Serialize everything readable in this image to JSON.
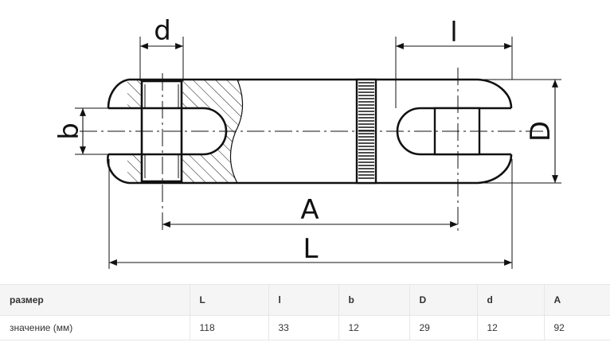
{
  "drawing": {
    "labels": {
      "d": "d",
      "l": "l",
      "b": "b",
      "D": "D",
      "A": "A",
      "L": "L"
    }
  },
  "table": {
    "headers": [
      "размер",
      "L",
      "l",
      "b",
      "D",
      "d",
      "A"
    ],
    "row": [
      "значение (мм)",
      "118",
      "33",
      "12",
      "29",
      "12",
      "92"
    ]
  }
}
